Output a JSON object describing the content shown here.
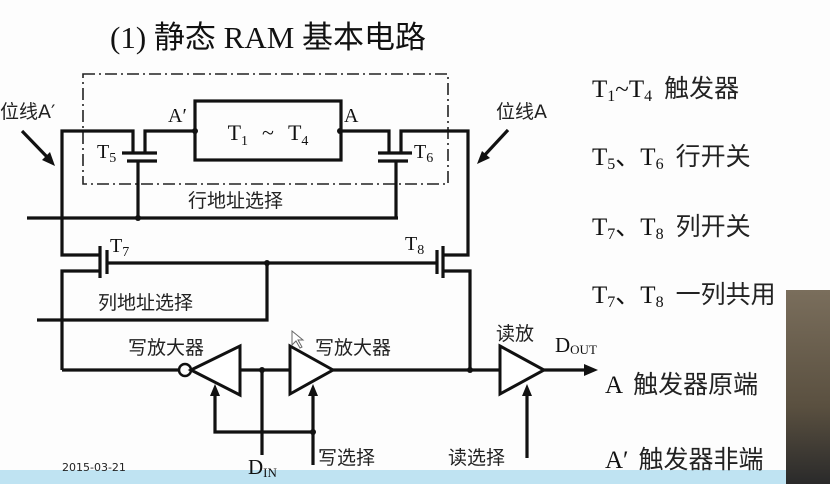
{
  "title": "(1) 静态 RAM 基本电路",
  "diagram": {
    "flipflop_label": {
      "t1": "T",
      "s1": "1",
      "tilde": "~",
      "t4": "T",
      "s4": "4"
    },
    "flipflop_color": "#6a1b7a",
    "node_a_prime": "A′",
    "node_a": "A",
    "bitline_a_prime": "位线A′",
    "bitline_a": "位线A",
    "t5": {
      "t": "T",
      "s": "5"
    },
    "t6": {
      "t": "T",
      "s": "6"
    },
    "t7": {
      "t": "T",
      "s": "7"
    },
    "t8": {
      "t": "T",
      "s": "8"
    },
    "row_select": "行地址选择",
    "col_select": "列地址选择",
    "write_amp_left": "写放大器",
    "write_amp_right": "写放大器",
    "read_amp": "读放",
    "dout": {
      "t": "D",
      "s": "OUT"
    },
    "din": {
      "t": "D",
      "s": "IN"
    },
    "write_select": "写选择",
    "read_select": "读选择"
  },
  "legend": [
    {
      "a": "T",
      "as": "1",
      "sep": "~",
      "b": "T",
      "bs": "4",
      "text": "触发器"
    },
    {
      "a": "T",
      "as": "5",
      "sep": "、",
      "b": "T",
      "bs": "6",
      "text": "行开关"
    },
    {
      "a": "T",
      "as": "7",
      "sep": "、",
      "b": "T",
      "bs": "8",
      "text": "列开关"
    },
    {
      "a": "T",
      "as": "7",
      "sep": "、",
      "b": "T",
      "bs": "8",
      "text": "一列共用"
    },
    {
      "a": "A",
      "text": "触发器原端"
    },
    {
      "a": "A′",
      "text": "触发器非端"
    }
  ],
  "footer_date": "2015-03-21"
}
